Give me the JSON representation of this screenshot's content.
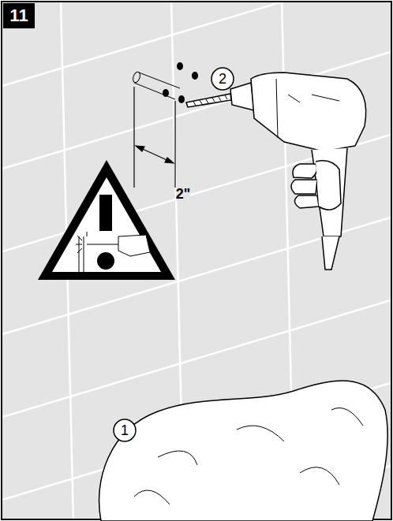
{
  "diagram": {
    "labels": [
      "11",
      "2\"",
      "2",
      "1"
    ]
  }
}
